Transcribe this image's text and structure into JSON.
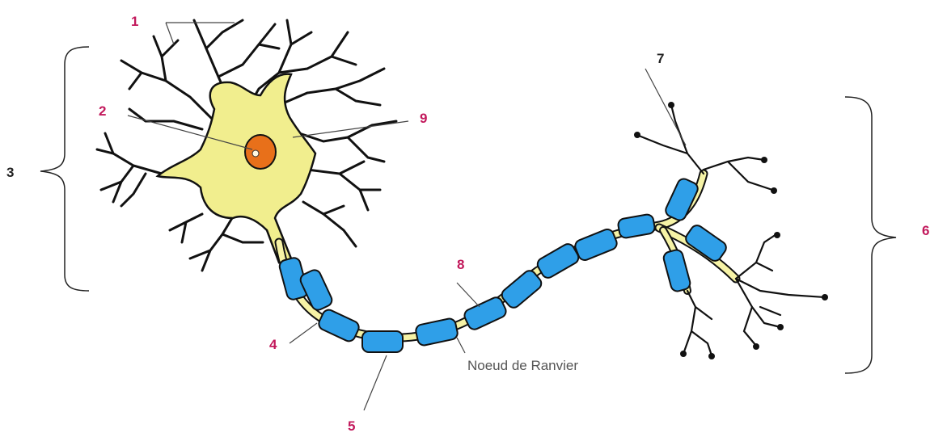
{
  "labels": [
    {
      "id": "1",
      "text": "1"
    },
    {
      "id": "2",
      "text": "2"
    },
    {
      "id": "3",
      "text": "3"
    },
    {
      "id": "4",
      "text": "4"
    },
    {
      "id": "5",
      "text": "5"
    },
    {
      "id": "6",
      "text": "6"
    },
    {
      "id": "7",
      "text": "7"
    },
    {
      "id": "8",
      "text": "8"
    },
    {
      "id": "9",
      "text": "9"
    }
  ],
  "caption": "Noeud de Ranvier",
  "colors": {
    "label_magenta": "#c2185b",
    "label_black": "#222222",
    "soma_fill": "#f1ee8e",
    "axon_fill": "#f6f3a6",
    "myelin_fill": "#2f9fe8",
    "nucleus_fill": "#e8701a",
    "outline": "#111111"
  },
  "icons": [
    "neuron-diagram"
  ]
}
